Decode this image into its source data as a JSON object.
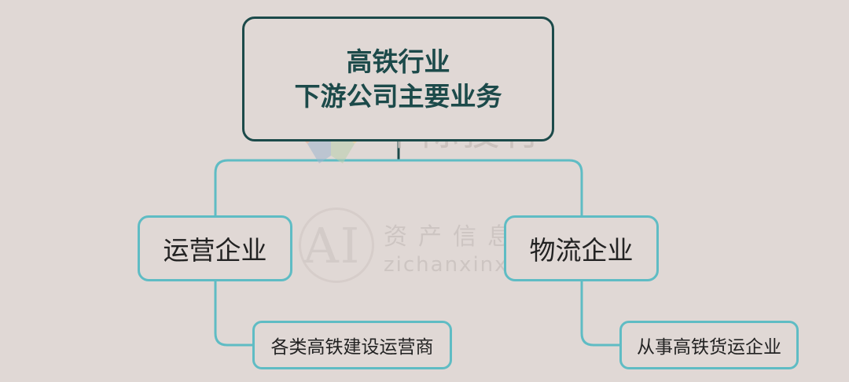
{
  "root": {
    "line1": "高铁行业",
    "line2": "下游公司主要业务"
  },
  "branches": [
    {
      "label": "运营企业",
      "detail": "各类高铁建设运营商"
    },
    {
      "label": "物流企业",
      "detail": "从事高铁货运企业"
    }
  ],
  "watermark": {
    "brand": "十际投行",
    "cn": "资产信息网",
    "en": "zichanxinxi.com",
    "ai": "AI"
  },
  "colors": {
    "background": "#e0d8d5",
    "root_border": "#1c4a4a",
    "branch_border": "#5fbcc4",
    "root_text": "#1c4a4a"
  }
}
